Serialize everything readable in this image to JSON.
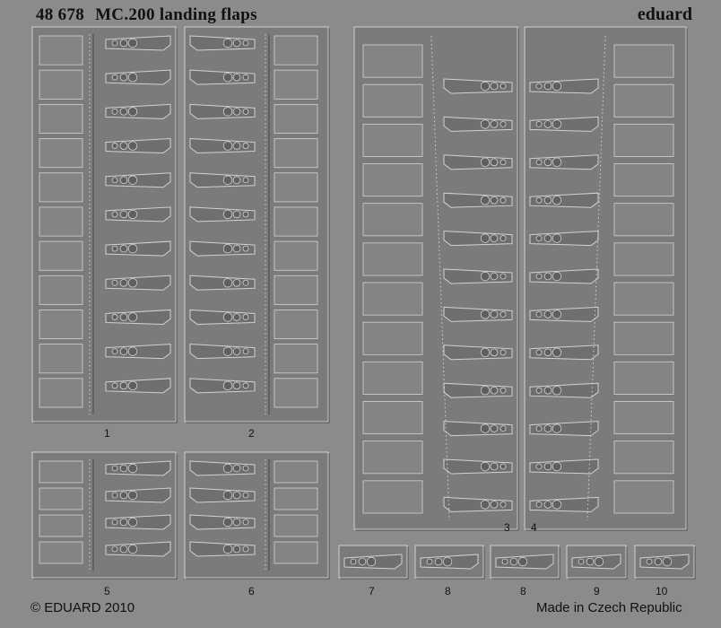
{
  "header": {
    "catalog_number": "48 678",
    "product_name": "MC.200 landing flaps",
    "brand": "eduard"
  },
  "footer": {
    "copyright": "© EDUARD 2010",
    "origin": "Made in Czech Republic"
  },
  "part_numbers": [
    "1",
    "2",
    "5",
    "6",
    "3",
    "4",
    "7",
    "8",
    "8",
    "9",
    "10"
  ],
  "colors": {
    "background": "#8b8b8b",
    "panel": "#7b7b7b",
    "panel_dark": "#6f6f6f",
    "highlight": "#d2d2d2",
    "shadow": "#4a4a4a",
    "text": "#111111"
  }
}
